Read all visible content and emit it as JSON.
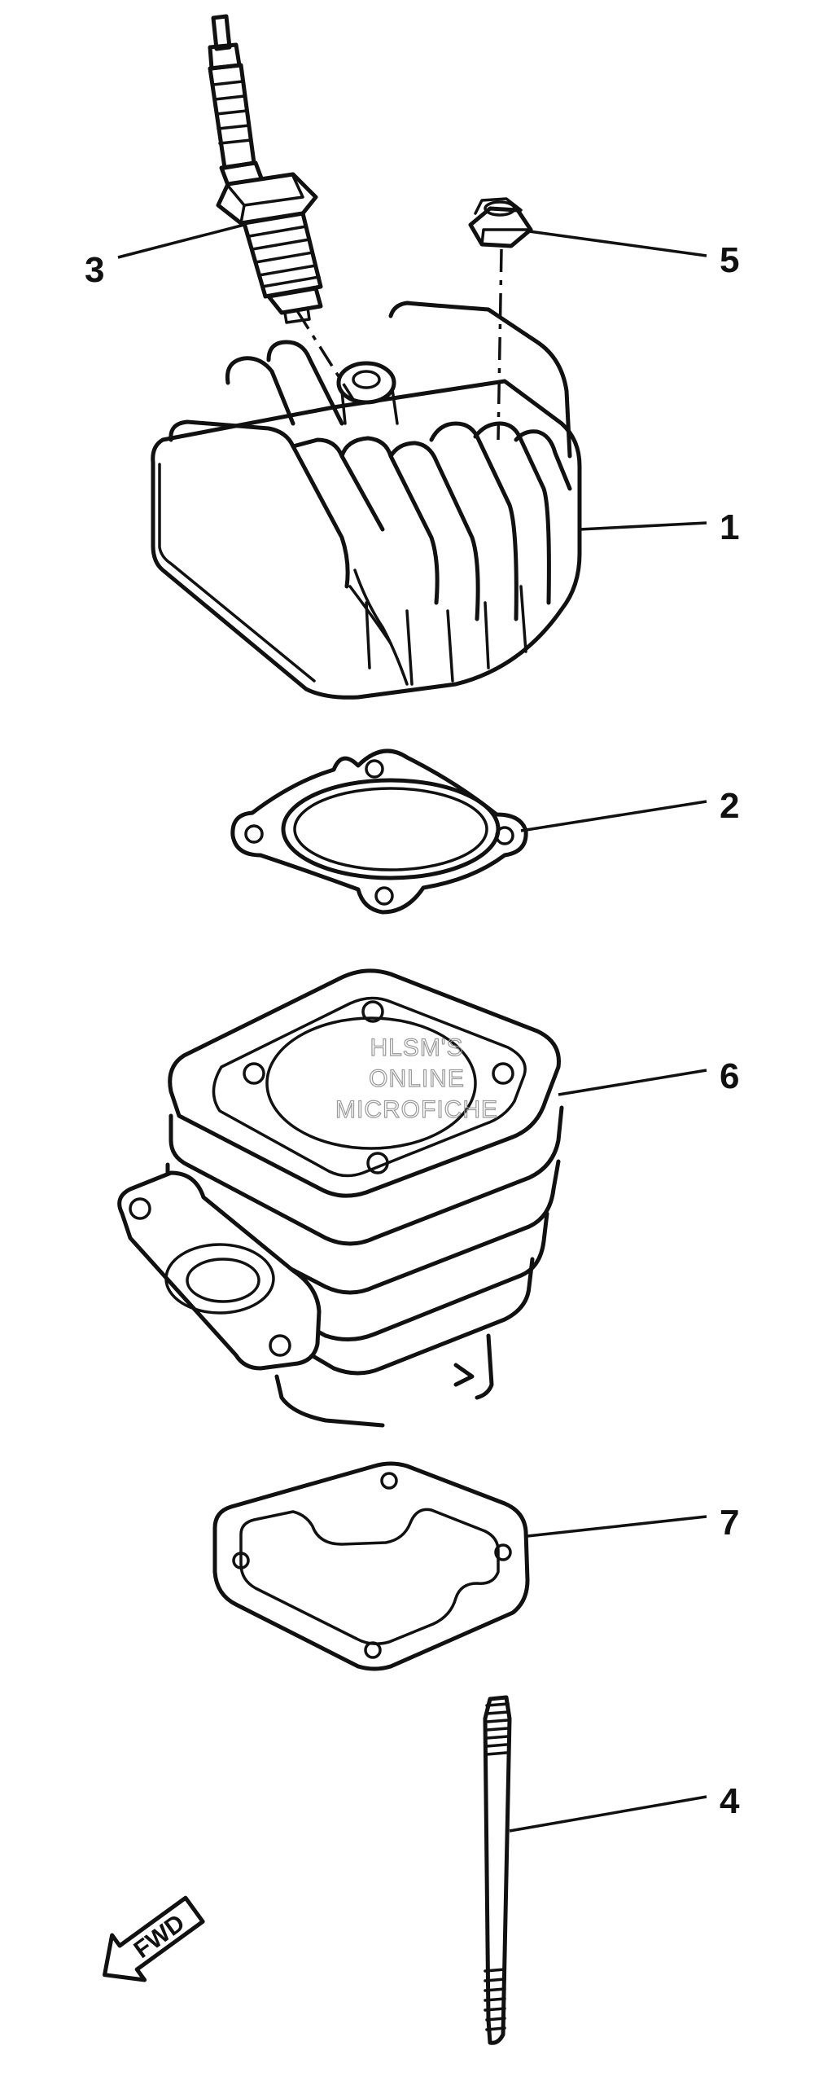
{
  "callouts": [
    {
      "id": "1",
      "label": "1",
      "part": "cylinder-head"
    },
    {
      "id": "2",
      "label": "2",
      "part": "head-gasket"
    },
    {
      "id": "3",
      "label": "3",
      "part": "spark-plug"
    },
    {
      "id": "4",
      "label": "4",
      "part": "stud-bolt"
    },
    {
      "id": "5",
      "label": "5",
      "part": "nut"
    },
    {
      "id": "6",
      "label": "6",
      "part": "cylinder"
    },
    {
      "id": "7",
      "label": "7",
      "part": "base-gasket"
    }
  ],
  "watermark": {
    "line1": "HLSM'S",
    "line2": "ONLINE",
    "line3": "MICROFICHE"
  },
  "direction": {
    "label": "FWD"
  }
}
